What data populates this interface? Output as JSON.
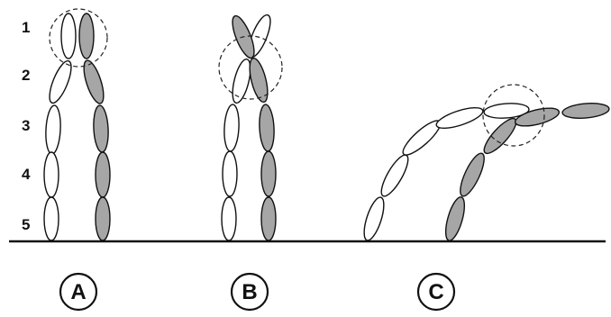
{
  "row_labels": [
    "1",
    "2",
    "3",
    "4",
    "5"
  ],
  "panels": [
    {
      "label": "A"
    },
    {
      "label": "B"
    },
    {
      "label": "C"
    }
  ],
  "colors": {
    "left_chain": "#ffffff",
    "right_chain": "#a6a6a6",
    "outline": "#111111"
  }
}
